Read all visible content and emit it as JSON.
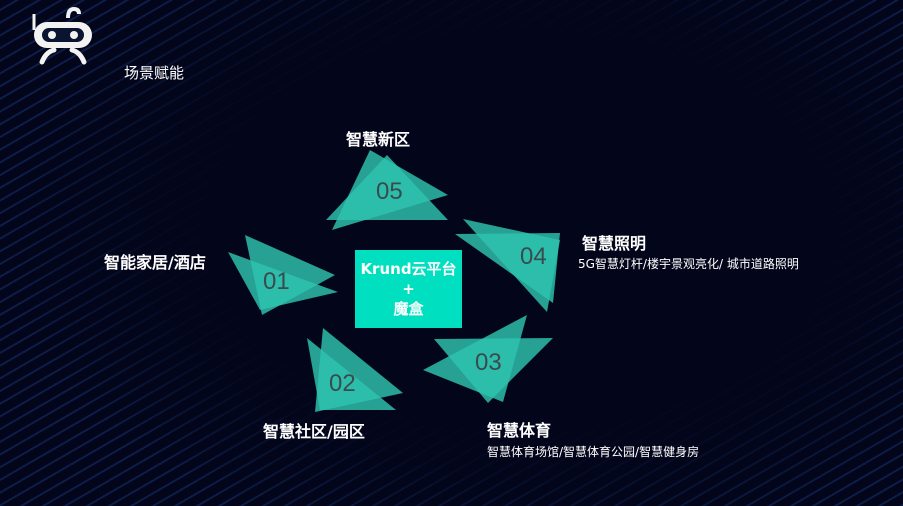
{
  "header": {
    "logo_icon": "robot-icon",
    "subtitle": "场景赋能"
  },
  "center": {
    "line1": "Krund云平台",
    "line2": "+",
    "line3": "魔盒"
  },
  "items": [
    {
      "num": "01",
      "title": "智能家居/酒店"
    },
    {
      "num": "02",
      "title": "智慧社区/园区"
    },
    {
      "num": "03",
      "title": "智慧体育",
      "desc": "智慧体育场馆/智慧体育公园/智慧健身房"
    },
    {
      "num": "04",
      "title": "智慧照明",
      "desc": "5G智慧灯杆/楼宇景观亮化/ 城市道路照明"
    },
    {
      "num": "05",
      "title": "智慧新区"
    }
  ],
  "colors": {
    "triangle": "#2ec4b0",
    "center": "#00dfc0",
    "background": "#03051a"
  }
}
